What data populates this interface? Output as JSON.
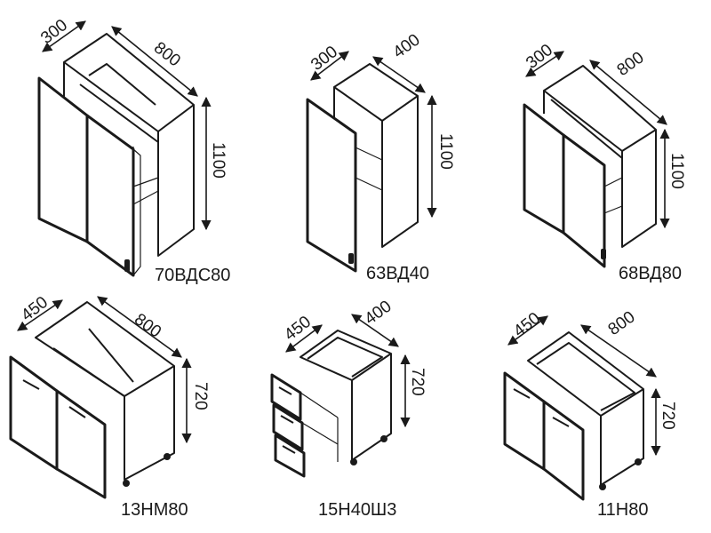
{
  "cabinets": [
    {
      "code": "70ВДС80",
      "depth": "300",
      "width": "800",
      "height": "1100"
    },
    {
      "code": "63ВД40",
      "depth": "300",
      "width": "400",
      "height": "1100"
    },
    {
      "code": "68ВД80",
      "depth": "300",
      "width": "800",
      "height": "1100"
    },
    {
      "code": "13НМ80",
      "depth": "450",
      "width": "800",
      "height": "720"
    },
    {
      "code": "15Н40Ш3",
      "depth": "450",
      "width": "400",
      "height": "720"
    },
    {
      "code": "11Н80",
      "depth": "450",
      "width": "800",
      "height": "720"
    }
  ]
}
